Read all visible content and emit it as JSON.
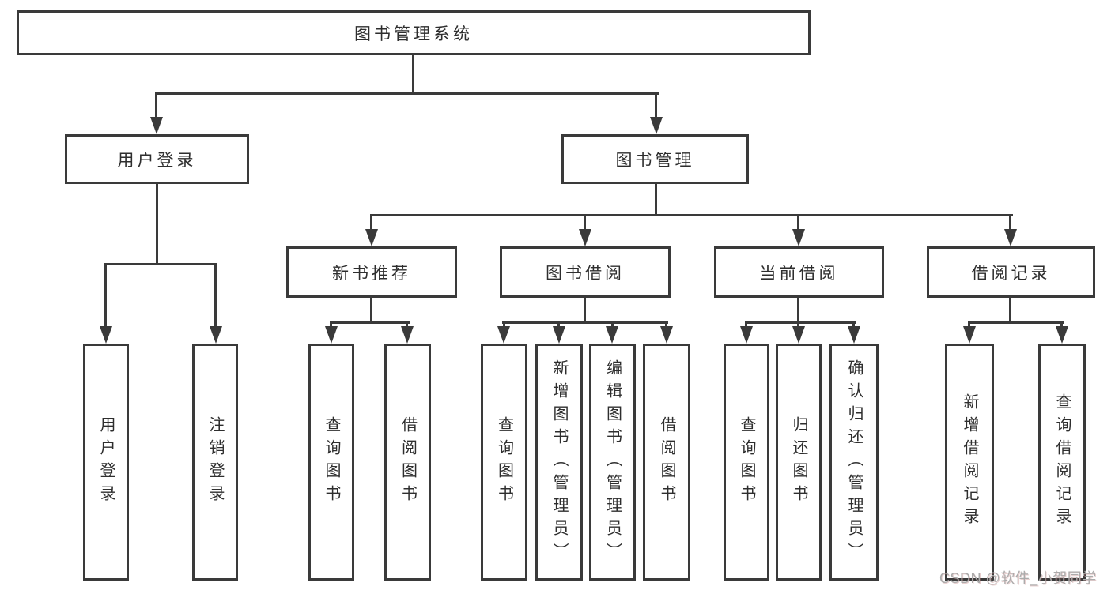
{
  "tree": {
    "root": "图书管理系统",
    "branches": [
      {
        "label": "用户登录",
        "children": [
          "用户登录",
          "注销登录"
        ]
      },
      {
        "label": "图书管理",
        "children": [
          {
            "label": "新书推荐",
            "children": [
              "查询图书",
              "借阅图书"
            ]
          },
          {
            "label": "图书借阅",
            "children": [
              "查询图书",
              "新增图书（管理员）",
              "编辑图书（管理员）",
              "借阅图书"
            ]
          },
          {
            "label": "当前借阅",
            "children": [
              "查询图书",
              "归还图书",
              "确认归还（管理员）"
            ]
          },
          {
            "label": "借阅记录",
            "children": [
              "新增借阅记录",
              "查询借阅记录"
            ]
          }
        ]
      }
    ]
  },
  "watermark": {
    "text": "CSDN @软件_小贺同学"
  },
  "colors": {
    "line": "#3a3a3a",
    "text": "#2e2e2e",
    "background": "#ffffff",
    "watermark": "#ababab"
  }
}
